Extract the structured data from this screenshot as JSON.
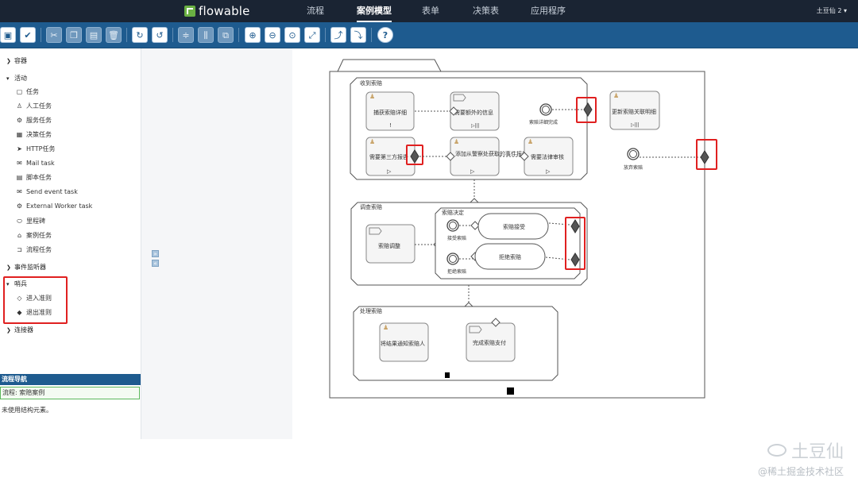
{
  "app": {
    "logo_text": "flowable",
    "nav": [
      "流程",
      "案例模型",
      "表单",
      "决策表",
      "应用程序"
    ],
    "active_nav": "案例模型",
    "user": "土豆仙 2"
  },
  "toolbar": {
    "buttons": [
      "save-icon",
      "validate-icon",
      "cut-icon",
      "copy-icon",
      "paste-icon",
      "delete-icon",
      "redo-icon",
      "undo-icon",
      "align-vertical-icon",
      "align-horizontal-icon",
      "same-size-icon",
      "zoom-in-icon",
      "zoom-out-icon",
      "zoom-actual-icon",
      "zoom-fit-icon",
      "bend-point-add-icon",
      "bend-point-remove-icon",
      "help-icon"
    ]
  },
  "palette": {
    "groups": [
      {
        "label": "容器",
        "expanded": false
      },
      {
        "label": "活动",
        "expanded": true,
        "items": [
          "任务",
          "人工任务",
          "服务任务",
          "决策任务",
          "HTTP任务",
          "Mail task",
          "脚本任务",
          "Send event task",
          "External Worker task",
          "里程碑",
          "案例任务",
          "流程任务"
        ]
      },
      {
        "label": "事件监听器",
        "expanded": false
      },
      {
        "label": "哨兵",
        "expanded": true,
        "items": [
          "进入准则",
          "退出准则"
        ]
      },
      {
        "label": "连接器",
        "expanded": false
      }
    ]
  },
  "navigator": {
    "title": "流程导航",
    "selected": "流程: 索赔案例",
    "empty_text": "未使用结构元素。"
  },
  "diagram": {
    "stages": {
      "receive": "收到索赔",
      "investigate": "调查索赔",
      "process": "处理索赔",
      "decision": "索赔决定"
    },
    "tasks": {
      "capture": "捕获索赔详细",
      "need_info": "需要额外的信息",
      "update": "更新索赔关联明细",
      "third_party": "需要第三方报告",
      "police_report": "添加从警察处获取的事件报告",
      "legal_review": "需要法律审核",
      "adjust": "索赔调整",
      "accepted": "索赔接受",
      "rejected": "拒绝索赔",
      "notify": "将结果通知索赔人",
      "payment": "完成索赔支付"
    },
    "milestones": {
      "details_done": "索赔详细完成",
      "abandon": "放弃索赔",
      "accept": "接受索赔",
      "reject": "拒绝索赔"
    },
    "markers": {
      "capture": "!",
      "need_info": "▷|||",
      "update": "▷|||",
      "play": "▷"
    }
  },
  "watermark": {
    "line1": "土豆仙",
    "line2": "@稀土掘金技术社区"
  }
}
